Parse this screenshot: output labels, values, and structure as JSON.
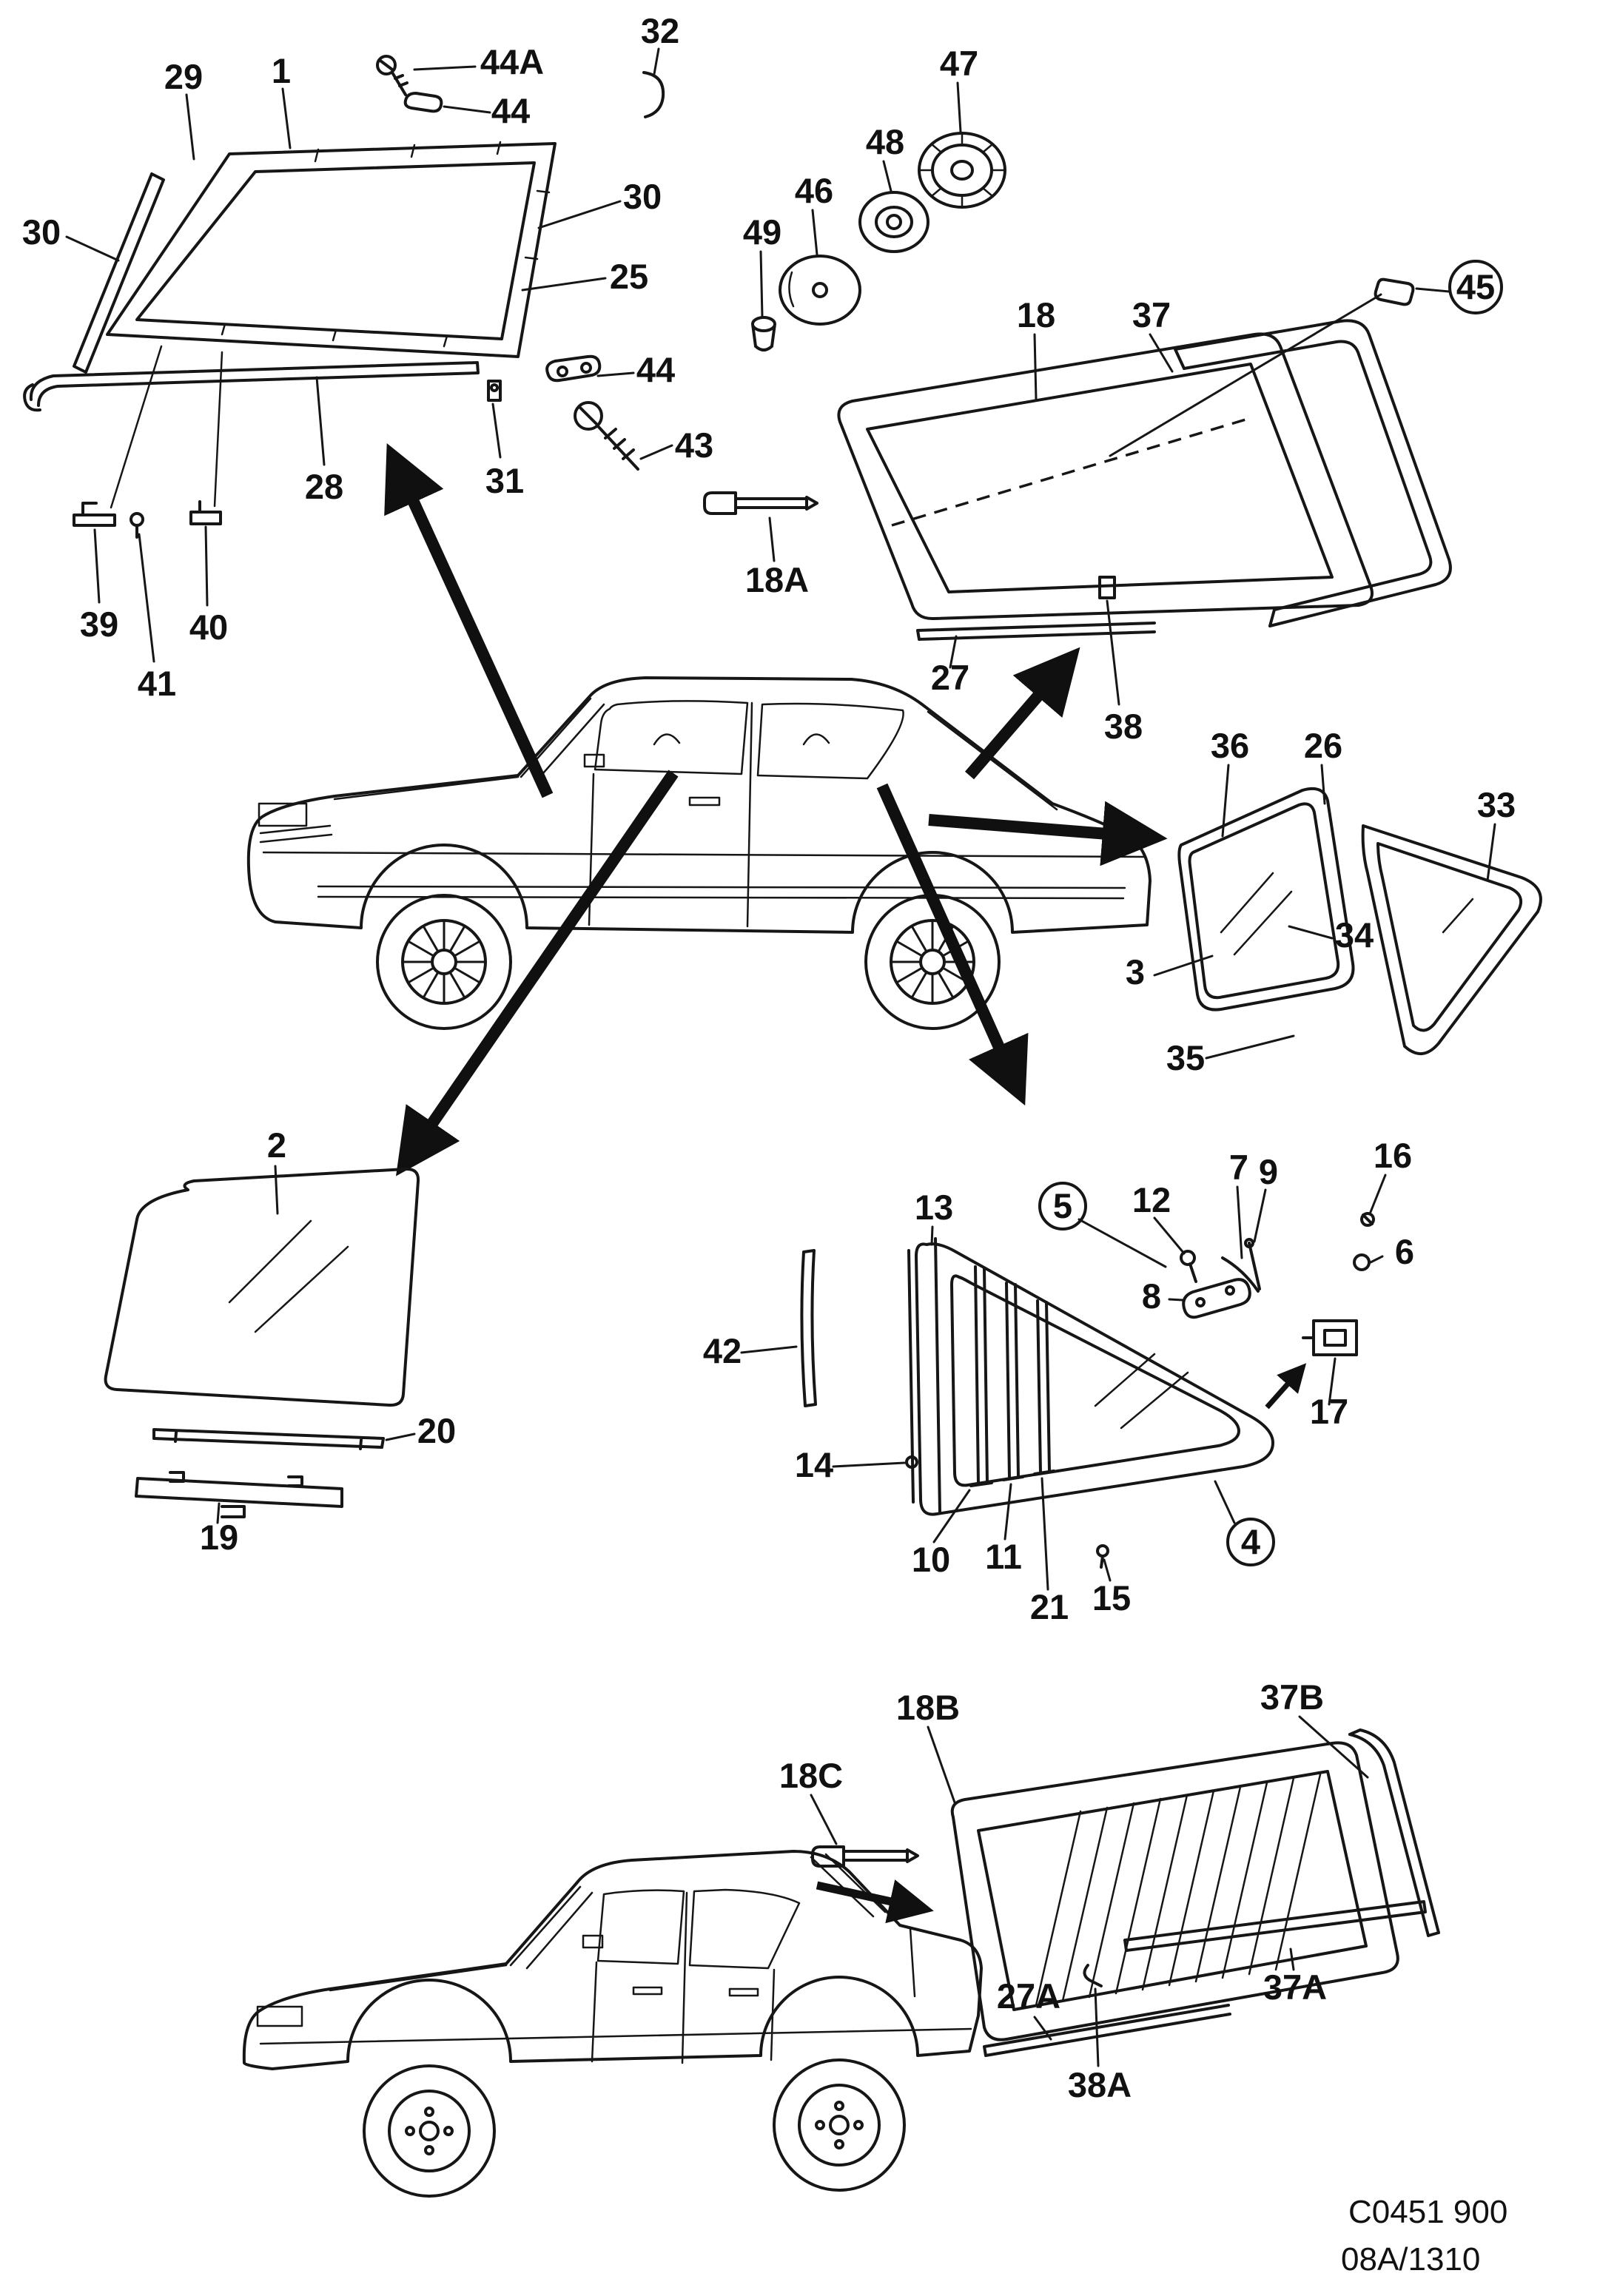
{
  "callouts": {
    "windshield": {
      "c29": "29",
      "c1": "1",
      "c44a": "44A",
      "c44_top": "44",
      "c32": "32",
      "c30_left": "30",
      "c30_right": "30",
      "c25": "25",
      "c44_mid": "44",
      "c43": "43",
      "c28": "28",
      "c31": "31",
      "c39": "39",
      "c40": "40",
      "c41": "41"
    },
    "rear_window": {
      "c47": "47",
      "c48": "48",
      "c46": "46",
      "c49": "49",
      "c45": "45",
      "c18": "18",
      "c37": "37",
      "c18a": "18A",
      "c27": "27",
      "c38": "38"
    },
    "quarter_window": {
      "c36": "36",
      "c26": "26",
      "c33": "33",
      "c3": "3",
      "c34": "34",
      "c35": "35"
    },
    "door_glass": {
      "c2": "2",
      "c20": "20",
      "c19": "19"
    },
    "vent_window": {
      "c13": "13",
      "c5": "5",
      "c12": "12",
      "c7": "7",
      "c9": "9",
      "c16": "16",
      "c6": "6",
      "c8": "8",
      "c42": "42",
      "c17": "17",
      "c14": "14",
      "c10": "10",
      "c11": "11",
      "c21": "21",
      "c15": "15",
      "c4": "4"
    },
    "rear_window_sedan": {
      "c18b": "18B",
      "c37b": "37B",
      "c18c": "18C",
      "c27a": "27A",
      "c38a": "38A",
      "c37a": "37A"
    }
  },
  "footer": {
    "doc_code": "C0451 900",
    "page_code": "08A/1310"
  }
}
